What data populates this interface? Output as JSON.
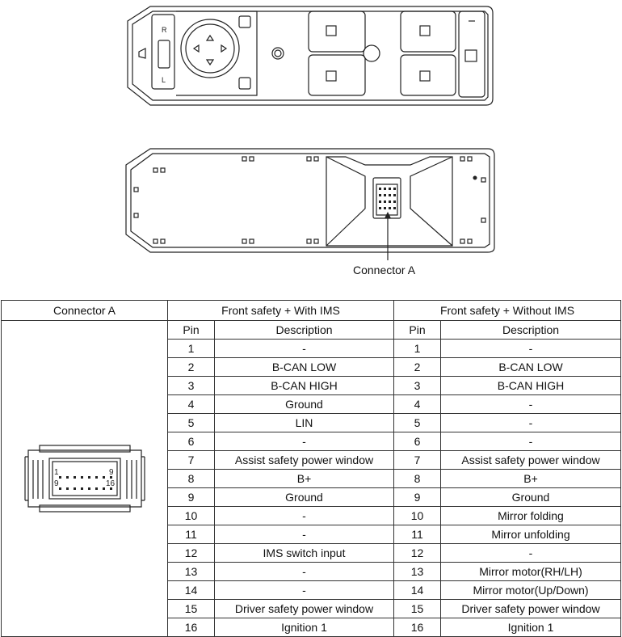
{
  "callout_label": "Connector A",
  "table": {
    "header": {
      "connector": "Connector A",
      "group_with_ims": "Front safety + With IMS",
      "group_without_ims": "Front safety + Without IMS"
    },
    "subheader": {
      "pin_with": "Pin",
      "desc_with": "Description",
      "pin_without": "Pin",
      "desc_without": "Description"
    },
    "rows": [
      {
        "pin_with": "1",
        "desc_with": "-",
        "pin_without": "1",
        "desc_without": "-"
      },
      {
        "pin_with": "2",
        "desc_with": "B-CAN LOW",
        "pin_without": "2",
        "desc_without": "B-CAN LOW"
      },
      {
        "pin_with": "3",
        "desc_with": "B-CAN HIGH",
        "pin_without": "3",
        "desc_without": "B-CAN HIGH"
      },
      {
        "pin_with": "4",
        "desc_with": "Ground",
        "pin_without": "4",
        "desc_without": "-"
      },
      {
        "pin_with": "5",
        "desc_with": "LIN",
        "pin_without": "5",
        "desc_without": "-"
      },
      {
        "pin_with": "6",
        "desc_with": "-",
        "pin_without": "6",
        "desc_without": "-"
      },
      {
        "pin_with": "7",
        "desc_with": "Assist safety power window",
        "pin_without": "7",
        "desc_without": "Assist safety power window"
      },
      {
        "pin_with": "8",
        "desc_with": "B+",
        "pin_without": "8",
        "desc_without": "B+"
      },
      {
        "pin_with": "9",
        "desc_with": "Ground",
        "pin_without": "9",
        "desc_without": "Ground"
      },
      {
        "pin_with": "10",
        "desc_with": "-",
        "pin_without": "10",
        "desc_without": "Mirror folding"
      },
      {
        "pin_with": "11",
        "desc_with": "-",
        "pin_without": "11",
        "desc_without": "Mirror unfolding"
      },
      {
        "pin_with": "12",
        "desc_with": "IMS switch input",
        "pin_without": "12",
        "desc_without": "-"
      },
      {
        "pin_with": "13",
        "desc_with": "-",
        "pin_without": "13",
        "desc_without": "Mirror motor(RH/LH)"
      },
      {
        "pin_with": "14",
        "desc_with": "-",
        "pin_without": "14",
        "desc_without": "Mirror motor(Up/Down)"
      },
      {
        "pin_with": "15",
        "desc_with": "Driver safety power window",
        "pin_without": "15",
        "desc_without": "Driver safety power window"
      },
      {
        "pin_with": "16",
        "desc_with": "Ignition 1",
        "pin_without": "16",
        "desc_without": "Ignition 1"
      }
    ]
  },
  "switch_labels": {
    "r": "R",
    "l": "L"
  },
  "connector_pin_labels": {
    "p1": "1",
    "p9": "9",
    "p9b": "9",
    "p16": "16"
  }
}
